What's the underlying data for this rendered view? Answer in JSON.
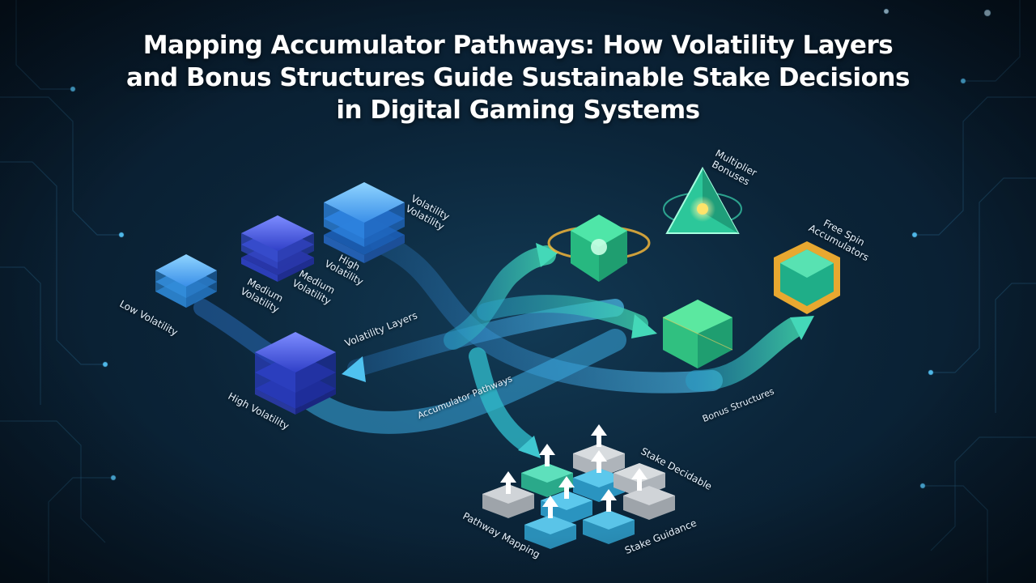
{
  "title": "Mapping Accumulator Pathways: How Volatility Layers and Bonus Structures Guide Sustainable Stake Decisions in Digital Gaming Systems",
  "labels": {
    "volatility_top_1": "Volatility",
    "volatility_top_2": "Volatility",
    "high_volatility_upper_1": "High",
    "high_volatility_upper_2": "Volatility",
    "medium_volatility_a_1": "Medium",
    "medium_volatility_a_2": "Volatility",
    "medium_volatility_b_1": "Medium",
    "medium_volatility_b_2": "Volatility",
    "low_volatility": "Low Volatility",
    "volatility_layers": "Volatility Layers",
    "high_volatility_lower": "High Volatility",
    "accumulator_pathways": "Accumulator Pathways",
    "bonus_structures": "Bonus Structures",
    "multiplier_bonuses_1": "Multiplier",
    "multiplier_bonuses_2": "Bonuses",
    "free_spin_accumulators_1": "Free Spin",
    "free_spin_accumulators_2": "Accumulators",
    "stake_decidable": "Stake Decidable",
    "pathway_mapping": "Pathway Mapping",
    "stake_guidance": "Stake Guidance"
  },
  "colors": {
    "background": "#0b2438",
    "pathway_blue": "#3aa9e0",
    "pathway_teal": "#2fc4a8",
    "cube_blue": "#3a8fe8",
    "cube_indigo": "#3b55d8",
    "gem_green": "#2bd67e",
    "gem_gold": "#f0b43a",
    "hex_grey": "#c9cdd2",
    "hex_teal": "#3fd0b0",
    "hex_cyan": "#38b6e0"
  }
}
